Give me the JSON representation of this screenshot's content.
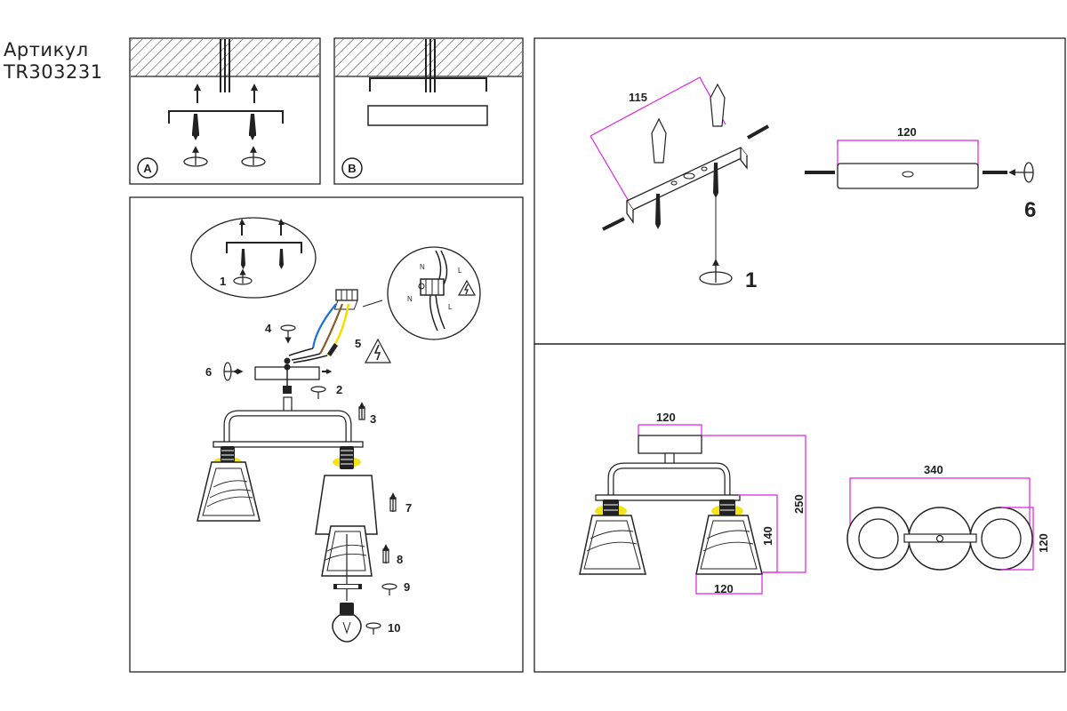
{
  "article": {
    "label": "Артикул",
    "code": "TR303231"
  },
  "panel_a": {
    "letter": "A"
  },
  "panel_b": {
    "letter": "B"
  },
  "steps": {
    "s1": "1",
    "s2": "2",
    "s3": "3",
    "s4": "4",
    "s5": "5",
    "s6": "6",
    "s7": "7",
    "s8": "8",
    "s9": "9",
    "s10": "10"
  },
  "wiring": {
    "n": "N",
    "l": "L",
    "n2": "N",
    "l2": "L"
  },
  "bracket_panel": {
    "dim_115": "115",
    "dim_120": "120",
    "step_1": "1",
    "step_6": "6"
  },
  "dimensions": {
    "canopy": "120",
    "height": "250",
    "shade_h": "140",
    "shade_w": "120",
    "width": "340",
    "depth": "120"
  },
  "colors": {
    "outline": "#222222",
    "dimension": "#e020e0",
    "yellow": "#f2e000",
    "blue": "#1e6fd9",
    "brown": "#8b5a2b"
  }
}
